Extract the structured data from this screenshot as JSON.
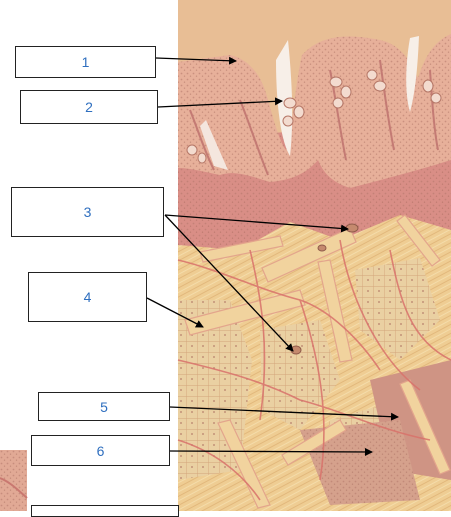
{
  "labels": {
    "l1": "1",
    "l2": "2",
    "l3": "3",
    "l4": "4",
    "l5": "5",
    "l6": "6",
    "l7": ""
  },
  "colors": {
    "label_text": "#2f6fbf",
    "leader_line": "#000000",
    "epithelium": "#e7b09a",
    "connective_tissue": "#d98a84",
    "muscle_fibers": "#ecc98f",
    "muscle_cross_section": "#d3a98b",
    "background": "#ffffff"
  }
}
